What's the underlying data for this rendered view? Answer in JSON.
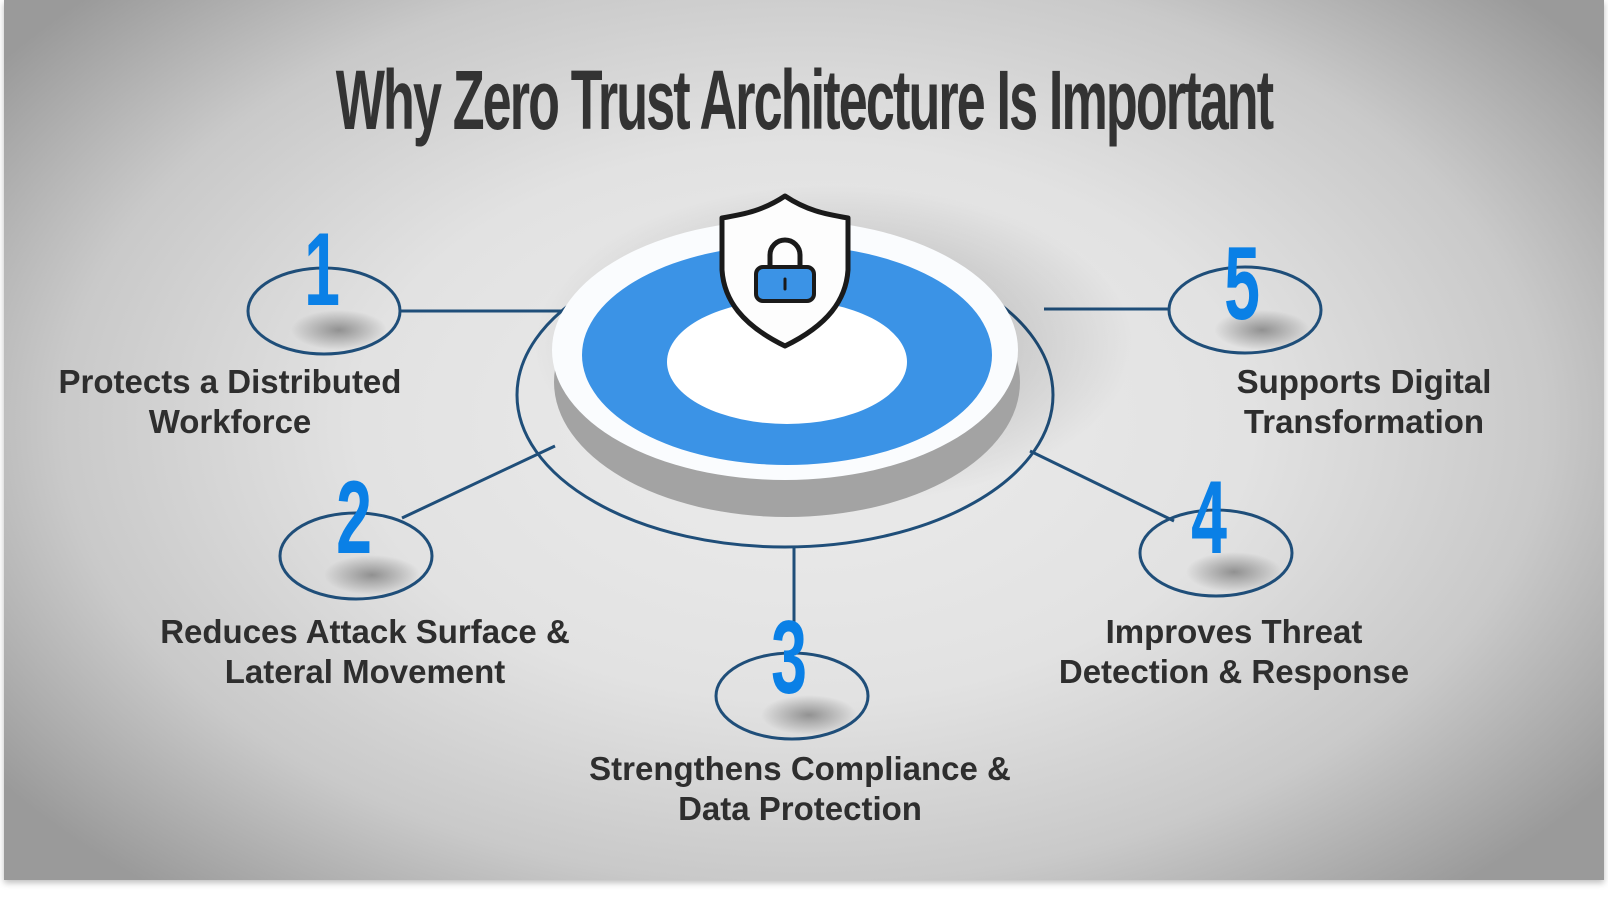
{
  "title": "Why Zero Trust Architecture Is Important",
  "center": {
    "icon": "shield-lock-icon",
    "colors": {
      "ring": "#3b93e6",
      "inner": "#ffffff",
      "base": "#a3a3a3",
      "outline": "#1f4e79"
    }
  },
  "items": [
    {
      "number": "1",
      "line1": "Protects a Distributed",
      "line2": "Workforce"
    },
    {
      "number": "2",
      "line1": "Reduces Attack Surface &",
      "line2": "Lateral Movement"
    },
    {
      "number": "3",
      "line1": "Strengthens Compliance &",
      "line2": "Data Protection"
    },
    {
      "number": "4",
      "line1": "Improves Threat",
      "line2": "Detection & Response"
    },
    {
      "number": "5",
      "line1": "Supports Digital",
      "line2": "Transformation"
    }
  ],
  "colors": {
    "number": "#0a80e6",
    "text": "#2e2e2e",
    "line": "#1f4e79",
    "title": "#333333"
  }
}
